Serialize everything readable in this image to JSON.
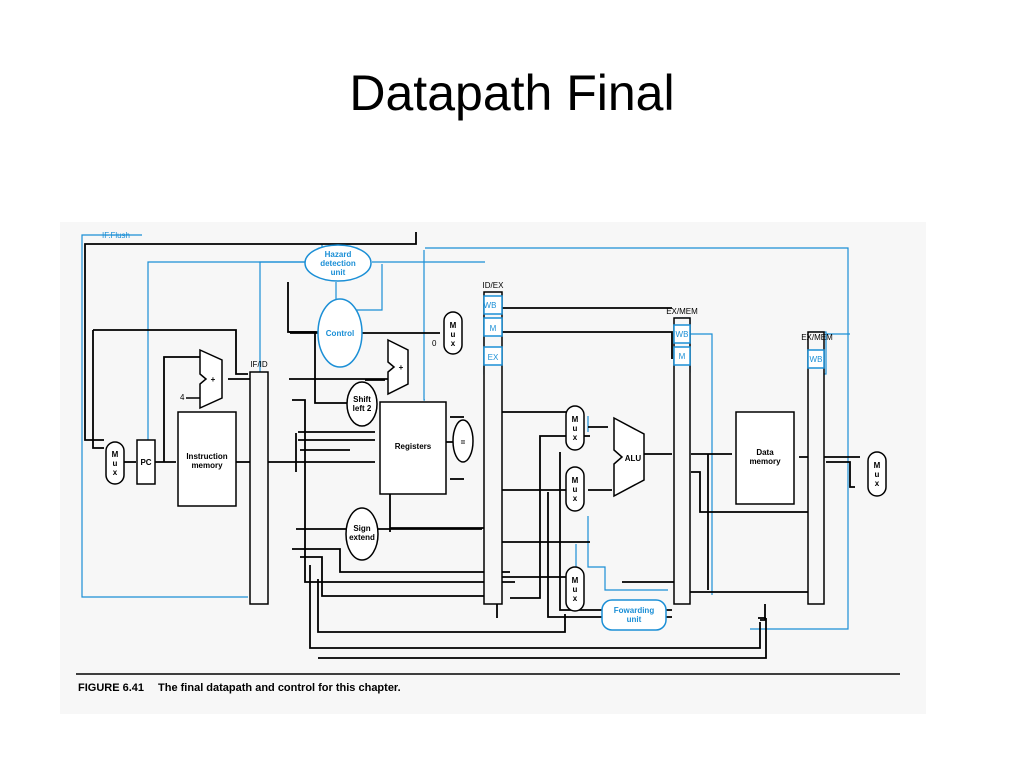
{
  "slide": {
    "title": "Datapath Final"
  },
  "figure": {
    "caption_number": "FIGURE 6.41",
    "caption_text": "The final datapath and control for this chapter.",
    "labels": {
      "if_flush": "IF.Flush",
      "hazard_1": "Hazard",
      "hazard_2": "detection",
      "hazard_3": "unit",
      "control": "Control",
      "id_ex": "ID/EX",
      "ex_mem": "EX/MEM",
      "mem_wb": "EX/MEM",
      "if_id": "IF/ID",
      "wb": "WB",
      "m": "M",
      "ex": "EX",
      "four": "4",
      "zero": "0",
      "plus": "+",
      "pc": "PC",
      "instr_mem_1": "Instruction",
      "instr_mem_2": "memory",
      "registers": "Registers",
      "shift_1": "Shift",
      "shift_2": "left 2",
      "sign_1": "Sign",
      "sign_2": "extend",
      "equals": "=",
      "alu": "ALU",
      "data_mem_1": "Data",
      "data_mem_2": "memory",
      "fwd_1": "Fowarding",
      "fwd_2": "unit",
      "mux_m": "M",
      "mux_u": "u",
      "mux_x": "x"
    }
  },
  "colors": {
    "control_lines": "#1b8fd6",
    "datapath": "#000000"
  }
}
